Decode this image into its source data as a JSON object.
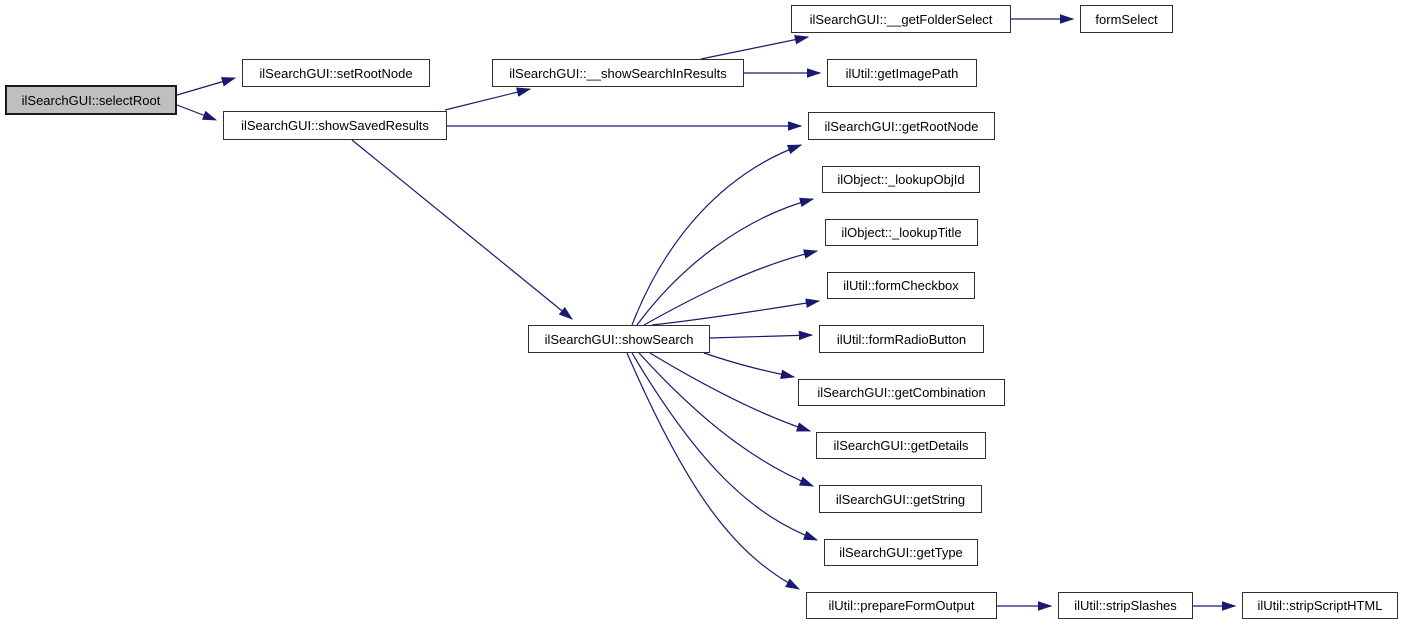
{
  "diagram": {
    "kind": "doxygen-call-graph",
    "background_color": "#ffffff",
    "edge_color": "#191970",
    "node_fill_color": "#ffffff",
    "node_border_color": "#2e2e2e",
    "highlight_fill_color": "#bfbfbf",
    "text_color": "#000000"
  },
  "nodes": [
    {
      "id": "selectRoot",
      "label": "ilSearchGUI::selectRoot",
      "highlighted": true
    },
    {
      "id": "setRootNode",
      "label": "ilSearchGUI::setRootNode",
      "highlighted": false
    },
    {
      "id": "showSavedResults",
      "label": "ilSearchGUI::showSavedResults",
      "highlighted": false
    },
    {
      "id": "showSearchInResults",
      "label": "ilSearchGUI::__showSearchInResults",
      "highlighted": false
    },
    {
      "id": "getFolderSelect",
      "label": "ilSearchGUI::__getFolderSelect",
      "highlighted": false
    },
    {
      "id": "formSelect",
      "label": "formSelect",
      "highlighted": false
    },
    {
      "id": "getImagePath",
      "label": "ilUtil::getImagePath",
      "highlighted": false
    },
    {
      "id": "getRootNode",
      "label": "ilSearchGUI::getRootNode",
      "highlighted": false
    },
    {
      "id": "lookupObjId",
      "label": "ilObject::_lookupObjId",
      "highlighted": false
    },
    {
      "id": "lookupTitle",
      "label": "ilObject::_lookupTitle",
      "highlighted": false
    },
    {
      "id": "formCheckbox",
      "label": "ilUtil::formCheckbox",
      "highlighted": false
    },
    {
      "id": "formRadioButton",
      "label": "ilUtil::formRadioButton",
      "highlighted": false
    },
    {
      "id": "showSearch",
      "label": "ilSearchGUI::showSearch",
      "highlighted": false
    },
    {
      "id": "getCombination",
      "label": "ilSearchGUI::getCombination",
      "highlighted": false
    },
    {
      "id": "getDetails",
      "label": "ilSearchGUI::getDetails",
      "highlighted": false
    },
    {
      "id": "getString",
      "label": "ilSearchGUI::getString",
      "highlighted": false
    },
    {
      "id": "getType",
      "label": "ilSearchGUI::getType",
      "highlighted": false
    },
    {
      "id": "prepareFormOutput",
      "label": "ilUtil::prepareFormOutput",
      "highlighted": false
    },
    {
      "id": "stripSlashes",
      "label": "ilUtil::stripSlashes",
      "highlighted": false
    },
    {
      "id": "stripScriptHTML",
      "label": "ilUtil::stripScriptHTML",
      "highlighted": false
    }
  ],
  "edges": [
    {
      "from": "ilSearchGUI::selectRoot",
      "to": "ilSearchGUI::setRootNode"
    },
    {
      "from": "ilSearchGUI::selectRoot",
      "to": "ilSearchGUI::showSavedResults"
    },
    {
      "from": "ilSearchGUI::showSavedResults",
      "to": "ilSearchGUI::__showSearchInResults"
    },
    {
      "from": "ilSearchGUI::showSavedResults",
      "to": "ilSearchGUI::getRootNode"
    },
    {
      "from": "ilSearchGUI::showSavedResults",
      "to": "ilSearchGUI::showSearch"
    },
    {
      "from": "ilSearchGUI::__showSearchInResults",
      "to": "ilSearchGUI::__getFolderSelect"
    },
    {
      "from": "ilSearchGUI::__showSearchInResults",
      "to": "ilUtil::getImagePath"
    },
    {
      "from": "ilSearchGUI::__getFolderSelect",
      "to": "formSelect"
    },
    {
      "from": "ilSearchGUI::showSearch",
      "to": "ilSearchGUI::getRootNode"
    },
    {
      "from": "ilSearchGUI::showSearch",
      "to": "ilObject::_lookupObjId"
    },
    {
      "from": "ilSearchGUI::showSearch",
      "to": "ilObject::_lookupTitle"
    },
    {
      "from": "ilSearchGUI::showSearch",
      "to": "ilUtil::formCheckbox"
    },
    {
      "from": "ilSearchGUI::showSearch",
      "to": "ilUtil::formRadioButton"
    },
    {
      "from": "ilSearchGUI::showSearch",
      "to": "ilSearchGUI::getCombination"
    },
    {
      "from": "ilSearchGUI::showSearch",
      "to": "ilSearchGUI::getDetails"
    },
    {
      "from": "ilSearchGUI::showSearch",
      "to": "ilSearchGUI::getString"
    },
    {
      "from": "ilSearchGUI::showSearch",
      "to": "ilSearchGUI::getType"
    },
    {
      "from": "ilSearchGUI::showSearch",
      "to": "ilUtil::prepareFormOutput"
    },
    {
      "from": "ilUtil::prepareFormOutput",
      "to": "ilUtil::stripSlashes"
    },
    {
      "from": "ilUtil::stripSlashes",
      "to": "ilUtil::stripScriptHTML"
    }
  ]
}
